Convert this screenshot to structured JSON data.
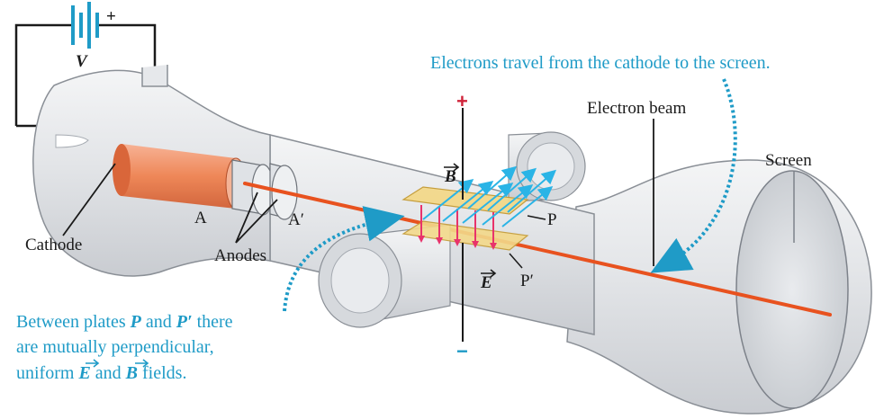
{
  "labels": {
    "battery_v": "V",
    "battery_plus": "+",
    "cathode": "Cathode",
    "anodes": "Anodes",
    "anode_a": "A",
    "anode_a_prime": "A′",
    "electron_beam": "Electron beam",
    "screen": "Screen",
    "plate_p": "P",
    "plate_p_prime": "P′",
    "field_b": "B",
    "field_e": "E",
    "plus_sign": "+",
    "minus_sign": "−"
  },
  "notes": {
    "top": "Electrons travel from the cathode to the screen.",
    "bottom_line1_a": "Between plates ",
    "bottom_line1_p": "P",
    "bottom_line1_and": " and ",
    "bottom_line1_pp": "P′",
    "bottom_line1_b": " there",
    "bottom_line2": "are mutually perpendicular,",
    "bottom_line3_a": "uniform ",
    "bottom_line3_e": "E",
    "bottom_line3_and": " and ",
    "bottom_line3_b": "B",
    "bottom_line3_c": " fields."
  },
  "colors": {
    "beam": "#e8521f",
    "annotation": "#1f9bc7",
    "cathode": "#f08a60",
    "b_field": "#2ab4e6",
    "e_field": "#e8336b",
    "plate": "#f3d98a",
    "positive": "#d0243a"
  }
}
